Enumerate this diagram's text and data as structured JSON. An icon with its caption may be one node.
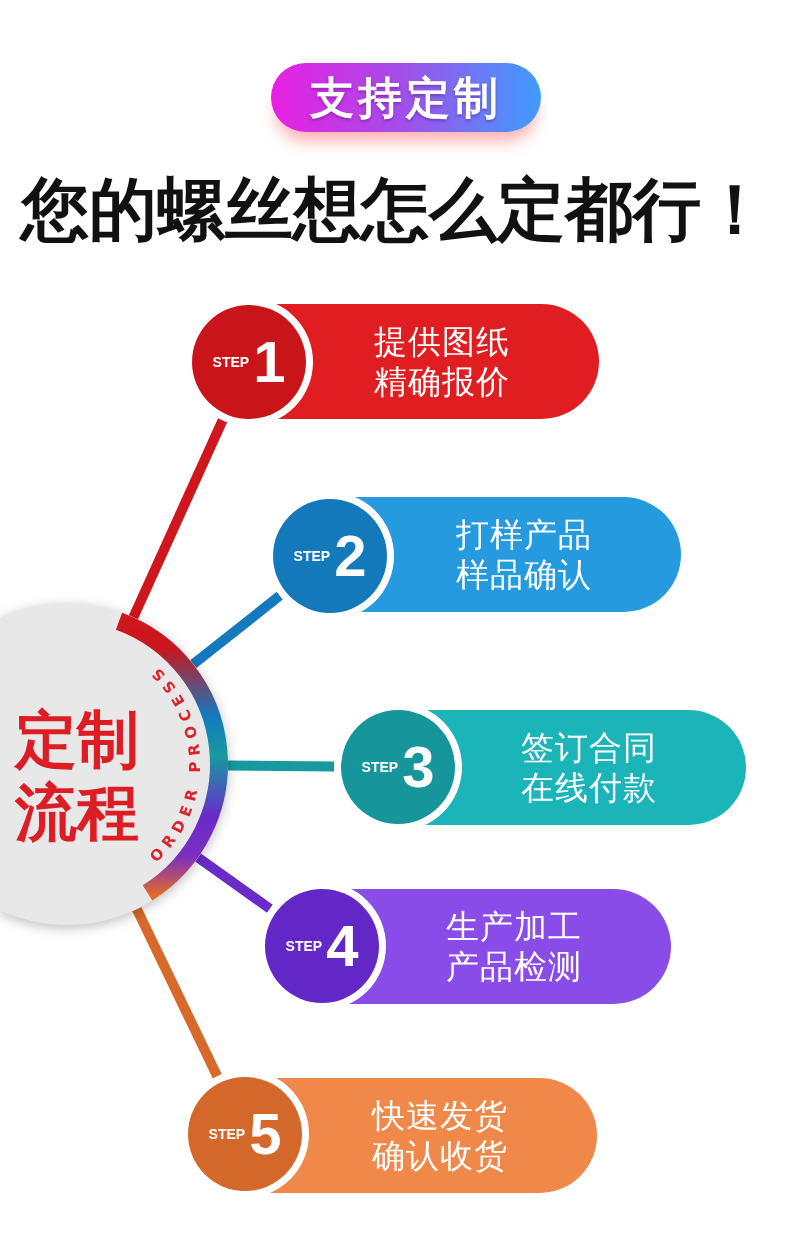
{
  "diagram": {
    "title": "您的螺丝想怎么定都行！",
    "nodes": [
      {
        "text": [
          "支持定制"
        ]
      },
      {
        "text": [
          "定制流程",
          "ORDER PROCESS"
        ]
      },
      {
        "text": [
          "STEP",
          "1"
        ]
      },
      {
        "text": [
          "提供图纸",
          "精确报价"
        ]
      },
      {
        "text": [
          "STEP",
          "2"
        ]
      },
      {
        "text": [
          "打样产品",
          "样品确认"
        ]
      },
      {
        "text": [
          "STEP",
          "3"
        ]
      },
      {
        "text": [
          "签订合同",
          "在线付款"
        ]
      },
      {
        "text": [
          "STEP",
          "4"
        ]
      },
      {
        "text": [
          "生产加工",
          "产品检测"
        ]
      },
      {
        "text": [
          "STEP",
          "5"
        ]
      },
      {
        "text": [
          "快速发货",
          "确认收货"
        ]
      }
    ],
    "edges": [
      {
        "from": 1,
        "to": 2,
        "arrow": "none",
        "color": "#d0161d"
      },
      {
        "from": 1,
        "to": 4,
        "arrow": "none",
        "color": "#1479bd"
      },
      {
        "from": 1,
        "to": 6,
        "arrow": "none",
        "color": "#179a9e"
      },
      {
        "from": 1,
        "to": 8,
        "arrow": "none",
        "color": "#6a2bc9"
      },
      {
        "from": 1,
        "to": 10,
        "arrow": "none",
        "color": "#d9692b"
      }
    ]
  }
}
